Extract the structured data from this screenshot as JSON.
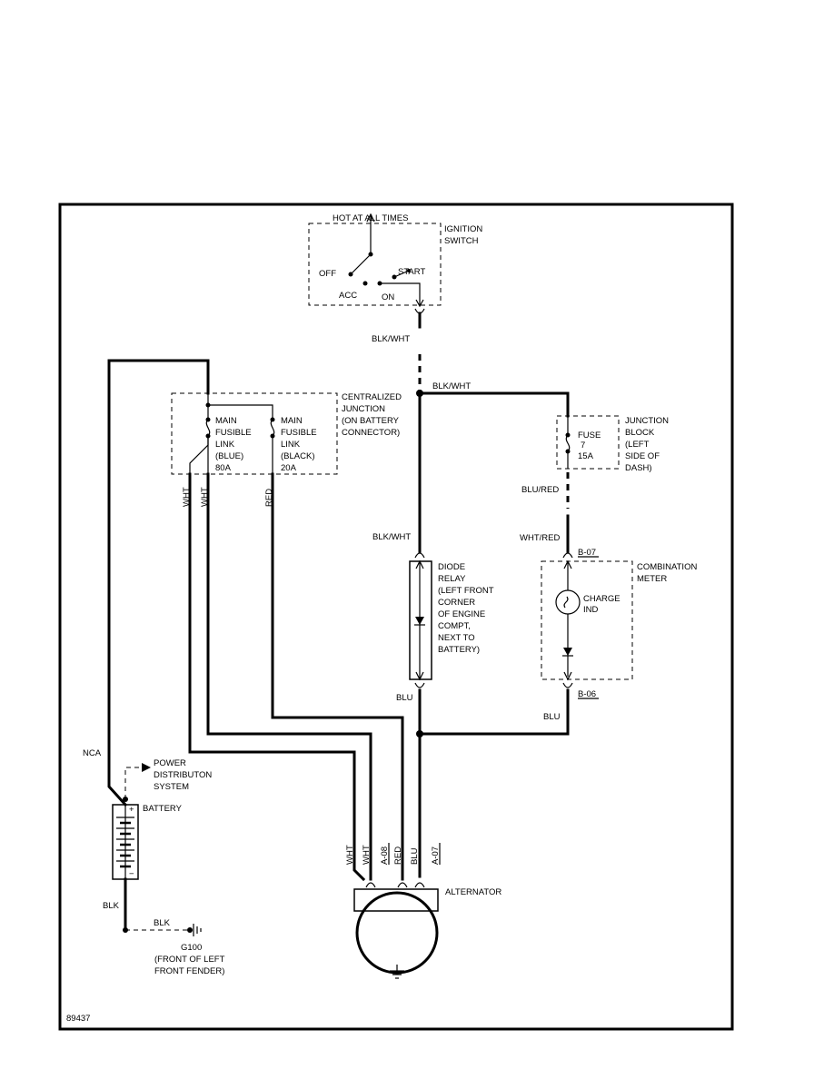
{
  "labels": {
    "hot_at_all_times": "HOT AT ALL TIMES",
    "ignition_switch": [
      "IGNITION",
      "SWITCH"
    ],
    "sw_off": "OFF",
    "sw_acc": "ACC",
    "sw_on": "ON",
    "sw_start": "START",
    "wire_blk_wht_top": "BLK/WHT",
    "wire_blk_wht_junction": "BLK/WHT",
    "centralized_junction": [
      "CENTRALIZED",
      "JUNCTION",
      "(ON BATTERY",
      "CONNECTOR)"
    ],
    "fusible_link_blue": [
      "MAIN",
      "FUSIBLE",
      "LINK",
      "(BLUE)",
      "80A"
    ],
    "fusible_link_black": [
      "MAIN",
      "FUSIBLE",
      "LINK",
      "(BLACK)",
      "20A"
    ],
    "fuse": [
      "FUSE",
      "7",
      "15A"
    ],
    "junction_block": [
      "JUNCTION",
      "BLOCK",
      "(LEFT",
      "SIDE OF",
      "DASH)"
    ],
    "wire_blu_red": "BLU/RED",
    "wire_wht_red": "WHT/RED",
    "conn_b07": "B-07",
    "conn_b06": "B-06",
    "combination_meter": [
      "COMBINATION",
      "METER"
    ],
    "charge_ind": [
      "CHARGE",
      "IND"
    ],
    "wire_blk_wht_relay": "BLK/WHT",
    "diode_relay": [
      "DIODE",
      "RELAY",
      "(LEFT FRONT",
      "CORNER",
      "OF ENGINE",
      "COMPT,",
      "NEXT TO",
      "BATTERY)"
    ],
    "wire_blu_relay": "BLU",
    "wire_blu_meter": "BLU",
    "wire_wht_1": "WHT",
    "wire_wht_2": "WHT",
    "wire_red": "RED",
    "nca": "NCA",
    "power_distribution": [
      "POWER",
      "DISTRIBUTON",
      "SYSTEM"
    ],
    "battery": "BATTERY",
    "battery_plus": "+",
    "battery_minus": "−",
    "wire_blk_battery": "BLK",
    "wire_blk_ground": "BLK",
    "ground_g100": [
      "G100",
      "(FRONT OF LEFT",
      "FRONT FENDER)"
    ],
    "alt_wht_1": "WHT",
    "alt_wht_2": "WHT",
    "alt_a08": "A-08",
    "alt_red": "RED",
    "alt_blu": "BLU",
    "alt_a07": "A-07",
    "alternator": "ALTERNATOR",
    "figure_id": "89437"
  }
}
